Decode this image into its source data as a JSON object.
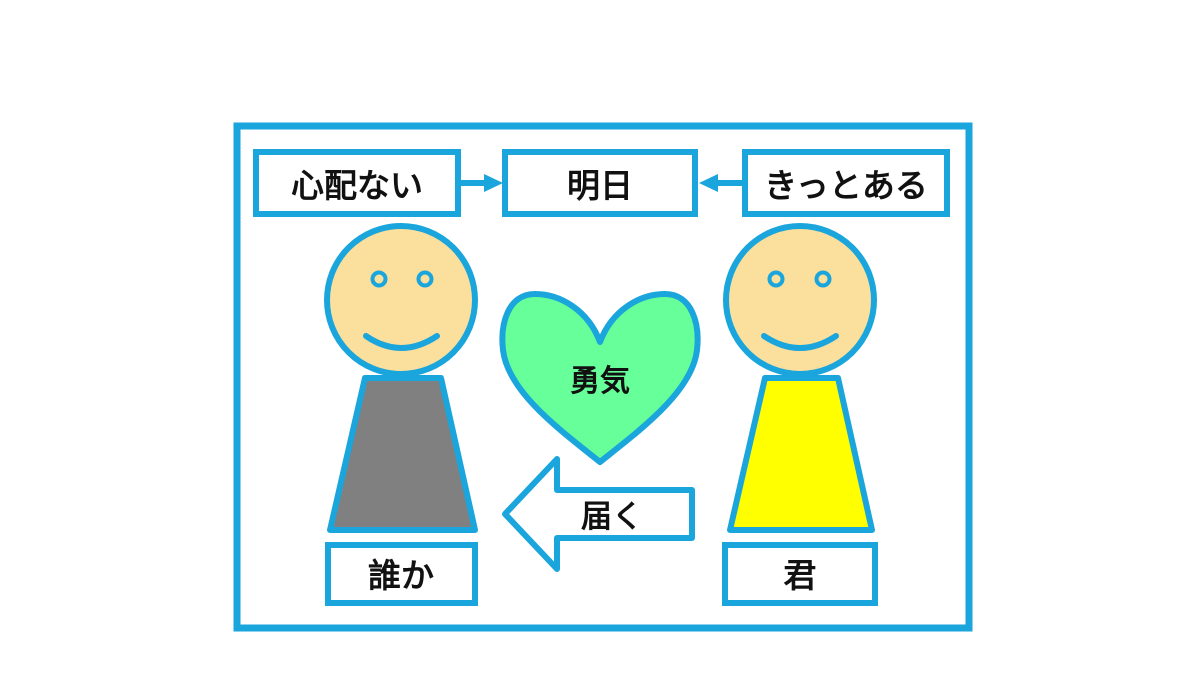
{
  "colors": {
    "frame": "#1aa5dc",
    "face": "#fbdf9c",
    "body_left": "#808080",
    "body_right": "#ffff00",
    "heart": "#66ff99",
    "text": "#111111",
    "background": "#ffffff"
  },
  "top_row": {
    "left_label": "心配ない",
    "center_label": "明日",
    "right_label": "きっとある"
  },
  "heart": {
    "label": "勇気"
  },
  "arrow": {
    "label": "届く",
    "direction": "left"
  },
  "figures": {
    "left": {
      "name": "誰か",
      "expression": "smile"
    },
    "right": {
      "name": "君",
      "expression": "smile"
    }
  }
}
